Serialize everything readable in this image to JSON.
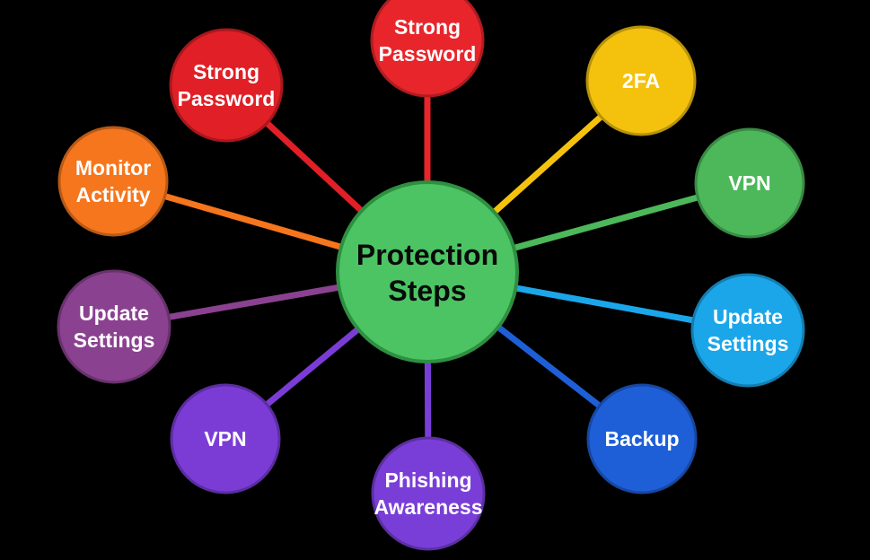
{
  "center": {
    "lines": [
      "Protection",
      "Steps"
    ],
    "color": "#4cc463",
    "border": "#2e8f41"
  },
  "nodes": [
    {
      "id": "strong-password-top",
      "lines": [
        "Strong",
        "Password"
      ],
      "color": "#e8252b"
    },
    {
      "id": "2fa",
      "lines": [
        "2FA"
      ],
      "color": "#f4c20d"
    },
    {
      "id": "vpn-right",
      "lines": [
        "VPN"
      ],
      "color": "#4cb85a"
    },
    {
      "id": "update-settings-right",
      "lines": [
        "Update",
        "Settings"
      ],
      "color": "#1ba6ea"
    },
    {
      "id": "backup",
      "lines": [
        "Backup"
      ],
      "color": "#1e5fd8"
    },
    {
      "id": "phishing-awareness",
      "lines": [
        "Phishing",
        "Awareness"
      ],
      "color": "#7a3ed8"
    },
    {
      "id": "vpn-left",
      "lines": [
        "VPN"
      ],
      "color": "#7b3cd6"
    },
    {
      "id": "update-settings-left",
      "lines": [
        "Update",
        "Settings"
      ],
      "color": "#8a4290"
    },
    {
      "id": "monitor-activity",
      "lines": [
        "Monitor",
        "Activity"
      ],
      "color": "#f5761c"
    },
    {
      "id": "strong-password-left",
      "lines": [
        "Strong",
        "Password"
      ],
      "color": "#e01f26"
    }
  ]
}
